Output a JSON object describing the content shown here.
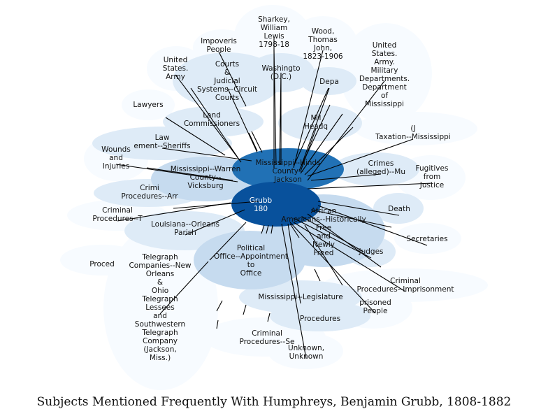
{
  "caption": "Subjects Mentioned Frequently With Humphreys, Benjamin Grubb, 1808-1882",
  "colors": {
    "center_dark": "#08519c",
    "center_mid": "#2171b5",
    "light": "#c6dbef",
    "pale": "#deebf7",
    "faint": "#f7fbff",
    "edge": "#000000"
  },
  "nodes": [
    {
      "id": "united-states-army-dept-mississippi",
      "lines": [
        "United",
        "States.",
        "Army.",
        "Military",
        "Departments.",
        "Department",
        "of",
        "Mississippi"
      ],
      "fill": "faint"
    },
    {
      "id": "telegraph-companies",
      "lines": [
        "Telegraph",
        "Companies--New",
        "Orleans",
        "&",
        "Ohio",
        "Telegraph",
        "Lessees",
        "and",
        "Southwestern",
        "Telegraph",
        "Company",
        "(Jackson,",
        "Miss.)"
      ],
      "fill": "faint"
    },
    {
      "id": "sharkey-william-lewis",
      "lines": [
        "Sharkey,",
        "William",
        "Lewis",
        "1798-18"
      ],
      "fill": "faint"
    },
    {
      "id": "wood-thomas-john",
      "lines": [
        "Wood,",
        "Thomas",
        "John,",
        "1823-1906"
      ],
      "fill": "faint"
    },
    {
      "id": "impoverished-people",
      "lines": [
        "Impoveris",
        "People"
      ],
      "fill": "faint"
    },
    {
      "id": "united-states-army",
      "lines": [
        "United",
        "States.",
        "Army"
      ],
      "fill": "faint"
    },
    {
      "id": "courts",
      "lines": [
        "Courts",
        "&",
        "Judicial",
        "Systems--Circuit",
        "Courts"
      ],
      "fill": "pale"
    },
    {
      "id": "washington-dc",
      "lines": [
        "Washingto",
        "(D.C.)"
      ],
      "fill": "pale"
    },
    {
      "id": "depa",
      "lines": [
        "Depa"
      ],
      "fill": "pale"
    },
    {
      "id": "lawyers",
      "lines": [
        "Lawyers"
      ],
      "fill": "faint"
    },
    {
      "id": "land-commissioners",
      "lines": [
        "Land",
        "Commissioners"
      ],
      "fill": "pale"
    },
    {
      "id": "headquarters",
      "lines": [
        "Mil",
        "Headq"
      ],
      "fill": "pale"
    },
    {
      "id": "taxation-mississippi",
      "lines": [
        "(J",
        "Taxation--Mississippi"
      ],
      "fill": "faint"
    },
    {
      "id": "law-enforcement-sheriffs",
      "lines": [
        "Law",
        "ement--Sheriffs"
      ],
      "fill": "pale"
    },
    {
      "id": "wounds-and-injuries",
      "lines": [
        "Wounds",
        "and",
        "Injuries"
      ],
      "fill": "faint"
    },
    {
      "id": "mississippi-hinds-county-jackson",
      "lines": [
        "Mississippi--Hinds",
        "County--",
        "Jackson"
      ],
      "fill": "center_mid"
    },
    {
      "id": "crimes-alleged",
      "lines": [
        "Crimes",
        "(alleged)--Mu"
      ],
      "fill": "pale"
    },
    {
      "id": "fugitives-from-justice",
      "lines": [
        "Fugitives",
        "from",
        "Justice"
      ],
      "fill": "faint"
    },
    {
      "id": "mississippi-warren-county-vicksburg",
      "lines": [
        "Mississippi--Warren",
        "County--",
        "Vicksburg"
      ],
      "fill": "light"
    },
    {
      "id": "criminal-procedures-arr",
      "lines": [
        "Crimi",
        "Procedures--Arr"
      ],
      "fill": "pale"
    },
    {
      "id": "humphreys-center",
      "lines": [
        "Grubb",
        "180"
      ],
      "fill": "center_dark"
    },
    {
      "id": "criminal-procedures-t",
      "lines": [
        "Criminal",
        "Procedures--T"
      ],
      "fill": "faint"
    },
    {
      "id": "death",
      "lines": [
        "Death"
      ],
      "fill": "pale"
    },
    {
      "id": "african-americans-historically-free",
      "lines": [
        "African",
        "Americans--Historically",
        "Free",
        "and",
        "Newly",
        "Freed"
      ],
      "fill": "light"
    },
    {
      "id": "louisiana-orleans-parish",
      "lines": [
        "Louisiana--Orleans",
        "Parish"
      ],
      "fill": "pale"
    },
    {
      "id": "secretaries",
      "lines": [
        "Secretaries"
      ],
      "fill": "faint"
    },
    {
      "id": "political-office-appointment",
      "lines": [
        "Political",
        "Office--Appointment",
        "to",
        "Office"
      ],
      "fill": "light"
    },
    {
      "id": "judges",
      "lines": [
        "Judges"
      ],
      "fill": "pale"
    },
    {
      "id": "procedures-left",
      "lines": [
        "Proced"
      ],
      "fill": "faint"
    },
    {
      "id": "criminal-procedures-imprisonment",
      "lines": [
        "Criminal",
        "Procedures--Imprisonment"
      ],
      "fill": "faint"
    },
    {
      "id": "mississippi-legislature",
      "lines": [
        "Mississippi--Legislature"
      ],
      "fill": "pale"
    },
    {
      "id": "imprisoned-people",
      "lines": [
        "prisoned",
        "People"
      ],
      "fill": "faint"
    },
    {
      "id": "procedures-bottom",
      "lines": [
        "Procedures"
      ],
      "fill": "pale"
    },
    {
      "id": "criminal-procedures-se",
      "lines": [
        "Criminal",
        "Procedures--Se"
      ],
      "fill": "faint"
    },
    {
      "id": "unknown-unknown",
      "lines": [
        "Unknown,",
        "Unknown"
      ],
      "fill": "faint"
    }
  ]
}
